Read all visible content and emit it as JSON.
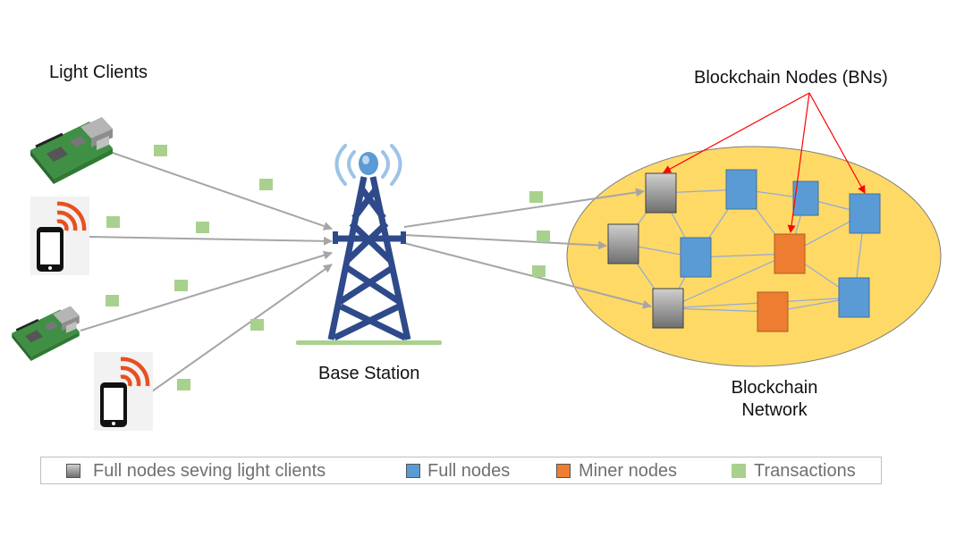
{
  "labels": {
    "light_clients": "Light Clients",
    "base_station": "Base Station",
    "blockchain_nodes": "Blockchain Nodes (BNs)",
    "blockchain_network_line1": "Blockchain",
    "blockchain_network_line2": "Network"
  },
  "legend": [
    {
      "label": "Full nodes seving light clients",
      "color": "#8c8c8c"
    },
    {
      "label": "Full nodes",
      "color": "#5b9bd5"
    },
    {
      "label": "Miner nodes",
      "color": "#ed7d31"
    },
    {
      "label": "Transactions",
      "color": "#a9d18e"
    }
  ],
  "colors": {
    "network_ellipse": "#ffd966",
    "tower": "#2e4a8a",
    "antenna_waves": "#9dc3e6",
    "ground": "#a9d18e",
    "arrow": "#a6a6a6",
    "callout_arrow": "#ff0000",
    "phone_waves": "#e8501f"
  },
  "icons": [
    "raspberry-pi-icon",
    "smartphone-icon",
    "cell-tower-icon"
  ]
}
